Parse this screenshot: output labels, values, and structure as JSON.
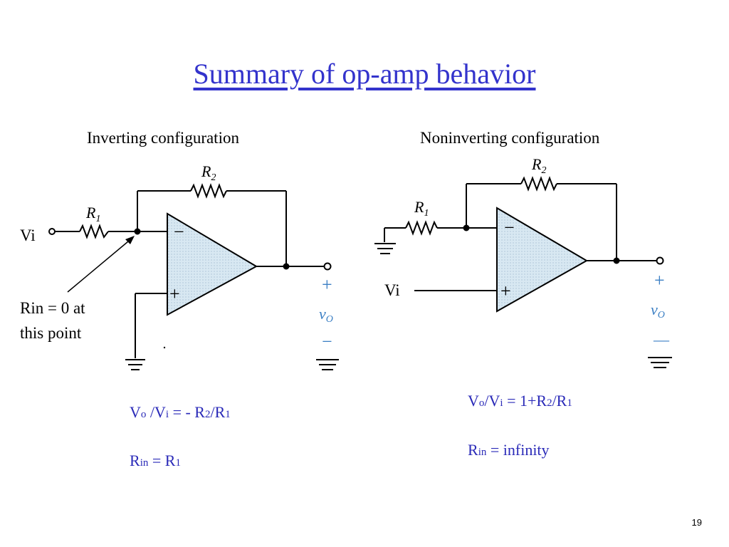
{
  "slide": {
    "title": "Summary of op-amp behavior",
    "page_number": "19"
  },
  "inverting": {
    "heading": "Inverting configuration",
    "input_label": "Vi",
    "annotation_line1": "Rin = 0 at",
    "annotation_line2": "this point",
    "r1": "R",
    "r1_sub": "1",
    "r2": "R",
    "r2_sub": "2",
    "minus": "−",
    "plus": "+",
    "out_plus": "+",
    "out_label": "v",
    "out_sub": "O",
    "out_minus": "−",
    "gain": {
      "a": "V",
      "a_sub": "o",
      "b": " /V",
      "b_sub": "i",
      "c": " = - R",
      "c_sub": "2",
      "d": "/R",
      "d_sub": "1"
    },
    "rin": {
      "a": "R",
      "a_sub": "in",
      "b": " = R",
      "b_sub": "1"
    }
  },
  "noninverting": {
    "heading": "Noninverting configuration",
    "input_label": "Vi",
    "r1": "R",
    "r1_sub": "1",
    "r2": "R",
    "r2_sub": "2",
    "minus": "−",
    "plus": "+",
    "out_plus": "+",
    "out_label": "v",
    "out_sub": "O",
    "out_minus": "—",
    "gain": {
      "a": "V",
      "a_sub": "o",
      "b": "/V",
      "b_sub": "i",
      "c": " = 1+R",
      "c_sub": "2",
      "d": "/R",
      "d_sub": "1"
    },
    "rin": {
      "a": "R",
      "a_sub": "in",
      "b": " = infinity"
    }
  },
  "colors": {
    "title": "#3333cc",
    "opamp_fill": "#d8e8f2",
    "equations": "#2a2ab8"
  }
}
